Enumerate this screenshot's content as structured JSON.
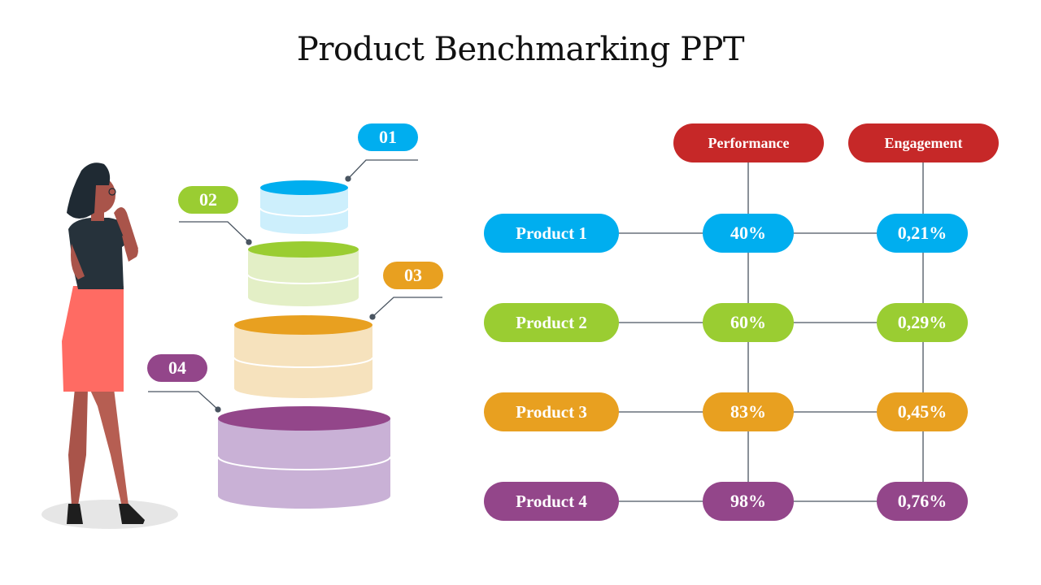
{
  "title": "Product Benchmarking PPT",
  "colors": {
    "blue": "#00AEEF",
    "green": "#9ACD32",
    "orange": "#E8A020",
    "purple": "#93468A",
    "red": "#C62828",
    "connector": "#4A5561"
  },
  "stack_tags": [
    "01",
    "02",
    "03",
    "04"
  ],
  "headers": {
    "performance": "Performance",
    "engagement": "Engagement"
  },
  "rows": [
    {
      "product": "Product  1",
      "performance": "40%",
      "engagement": "0,21%"
    },
    {
      "product": "Product  2",
      "performance": "60%",
      "engagement": "0,29%"
    },
    {
      "product": "Product  3",
      "performance": "83%",
      "engagement": "0,45%"
    },
    {
      "product": "Product  4",
      "performance": "98%",
      "engagement": "0,76%"
    }
  ]
}
